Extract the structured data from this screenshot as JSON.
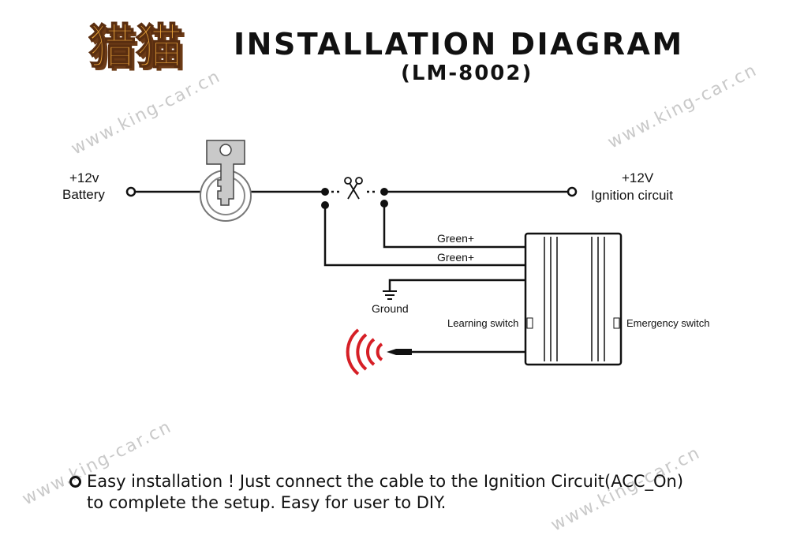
{
  "header": {
    "brand_name": "猎猫",
    "title": "INSTALLATION DIAGRAM",
    "model": "(LM-8002)"
  },
  "watermark": "www.king-car.cn",
  "labels": {
    "battery_voltage": "+12v",
    "battery": "Battery",
    "ignition_voltage": "+12V",
    "ignition_circuit": "Ignition circuit",
    "green1": "Green+",
    "green2": "Green+",
    "ground": "Ground",
    "learning_switch": "Learning switch",
    "emergency_switch": "Emergency switch"
  },
  "icons": {
    "key": "ignition-key-icon",
    "scissors": "scissors-icon",
    "ground": "ground-icon",
    "antenna": "antenna-icon",
    "bullet": "bullet-circle-icon"
  },
  "colors": {
    "antenna": "#d61f26",
    "logo_fill": "#e8a33a",
    "logo_shadow": "#6b3a16"
  },
  "footer": {
    "line1": "Easy installation ! Just connect the cable to the Ignition Circuit(ACC_On)",
    "line2": "to complete the setup. Easy for user to DIY."
  }
}
